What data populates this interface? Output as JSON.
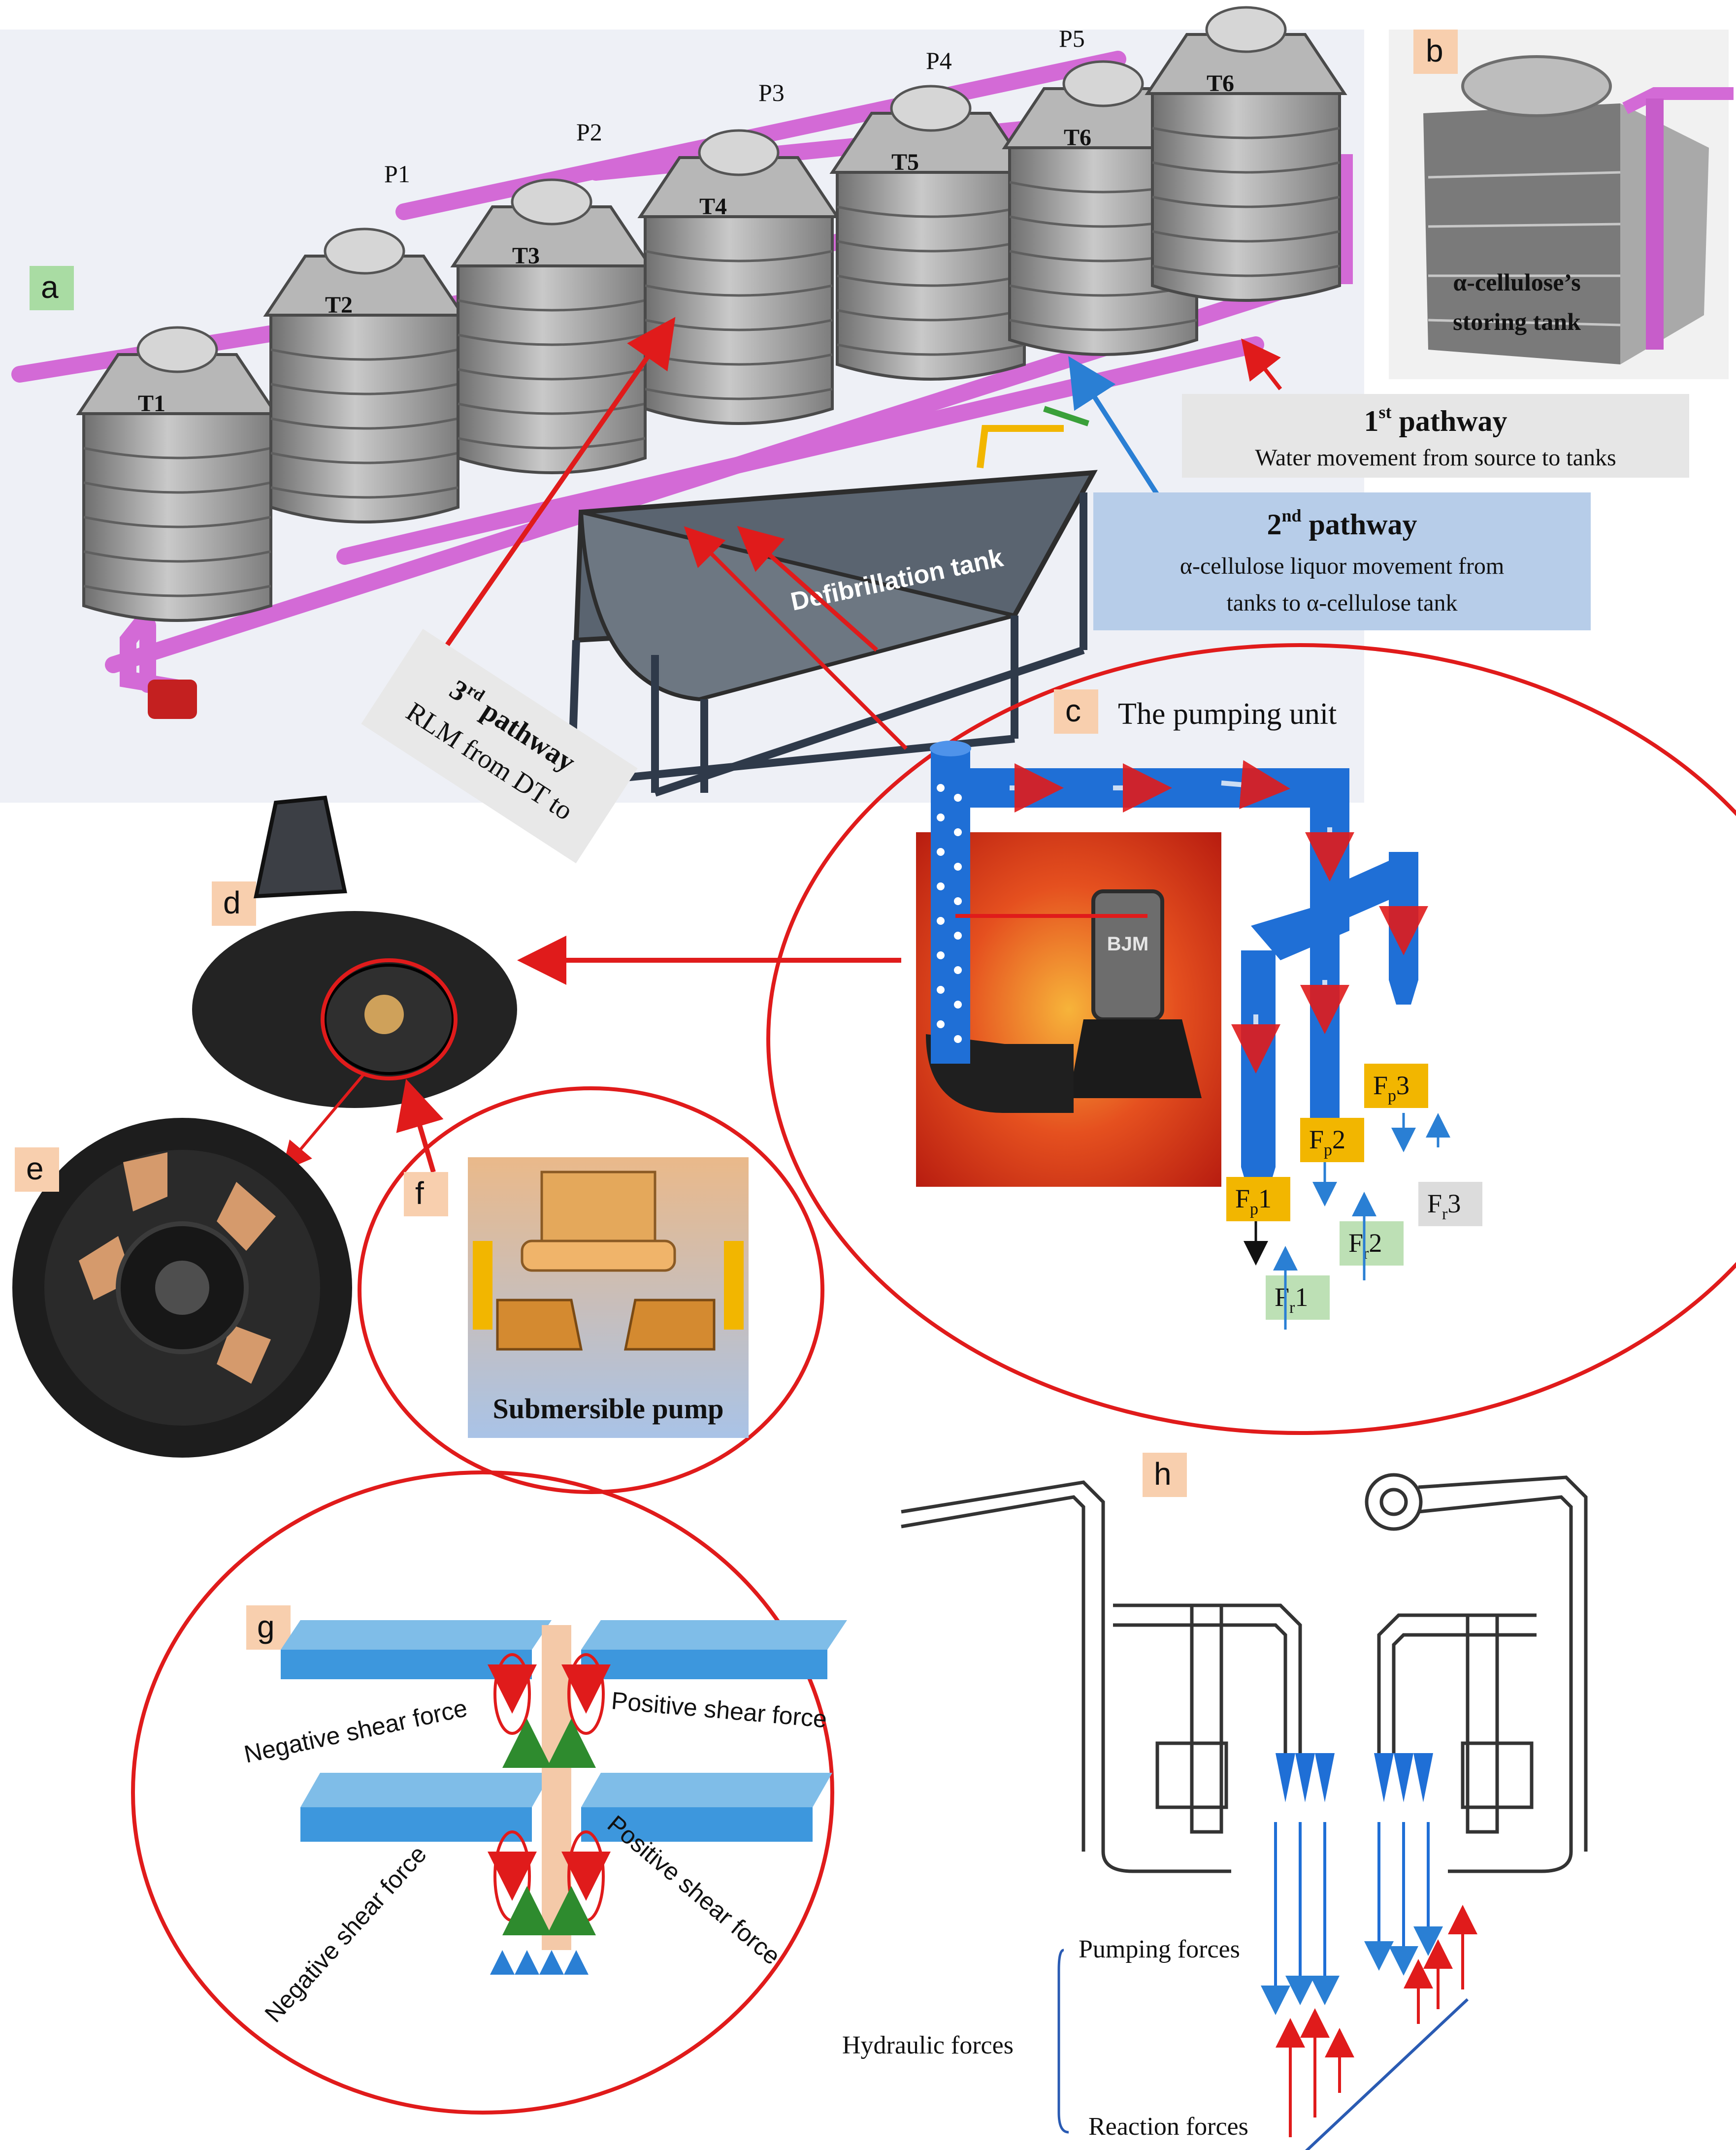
{
  "panels": {
    "a": {
      "tag": "a",
      "tanks": [
        "T1",
        "T2",
        "T3",
        "T4",
        "T5",
        "T6",
        "T6"
      ],
      "pumps": [
        "P1",
        "P2",
        "P3",
        "P4",
        "P5"
      ],
      "defib_tank": "Defibrillation   tank",
      "pathway1_title": "1",
      "pathway1_sup": "st",
      "pathway1_word": " pathway",
      "pathway1_desc": "Water movement from source to tanks",
      "pathway2_title": "2",
      "pathway2_sup": "nd",
      "pathway2_word": " pathway",
      "pathway2_desc_line1": "α-cellulose liquor movement from",
      "pathway2_desc_line2": "tanks to α-cellulose tank",
      "pathway3_title": "3",
      "pathway3_sup": "rd",
      "pathway3_word": " pathway",
      "pathway3_desc_line1": "RLM from DT to"
    },
    "b": {
      "tag": "b",
      "tank_label_line1": "α-cellulose’s",
      "tank_label_line2": "storing tank"
    },
    "c": {
      "tag": "c",
      "title": "The pumping unit",
      "pump_brand": "BJM",
      "forces": [
        {
          "main": "F",
          "sub": "p",
          "idx": "1"
        },
        {
          "main": "F",
          "sub": "p",
          "idx": "2"
        },
        {
          "main": "F",
          "sub": "p",
          "idx": "3"
        },
        {
          "main": "F",
          "sub": "r",
          "idx": "1"
        },
        {
          "main": "F",
          "sub": "r",
          "idx": "2"
        },
        {
          "main": "F",
          "sub": "r",
          "idx": "3"
        }
      ]
    },
    "d": {
      "tag": "d"
    },
    "e": {
      "tag": "e"
    },
    "f": {
      "tag": "f",
      "caption": "Submersible pump"
    },
    "g": {
      "tag": "g",
      "neg_top": "Negative shear force",
      "pos_top": "Positive shear force",
      "neg_bottom": "Negative shear force",
      "pos_bottom": "Positive shear force"
    },
    "h": {
      "tag": "h",
      "pumping_forces": "Pumping forces",
      "hydraulic_forces": "Hydraulic forces",
      "reaction_forces": "Reaction forces"
    }
  },
  "colors": {
    "pipe_pink": "#d36ad6",
    "tank_grey": "#9a9a9a",
    "red_ring": "#e01b1b",
    "blue_pipe": "#1f6fd6",
    "tag_bg": "#f8cfae",
    "tag_green": "#a9dca3",
    "force_yellow": "#f2b600",
    "force_green": "#bde0b5",
    "pathway1_bg": "#e6e6e6",
    "pathway2_bg": "#b7cde9",
    "pathway3_bg": "#e8e8e8"
  }
}
